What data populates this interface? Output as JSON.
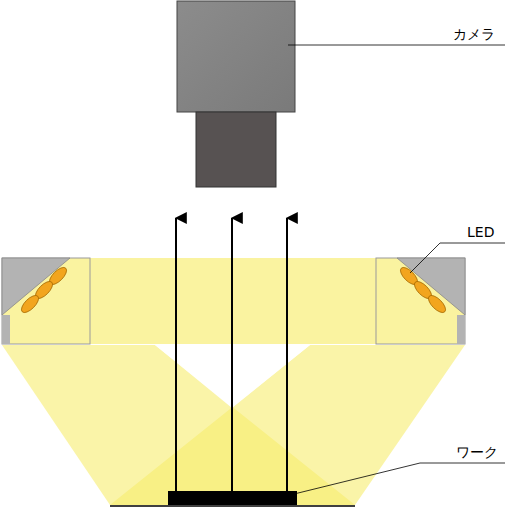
{
  "diagram": {
    "labels": [
      "カメラ",
      "LED",
      "ワーク"
    ]
  }
}
